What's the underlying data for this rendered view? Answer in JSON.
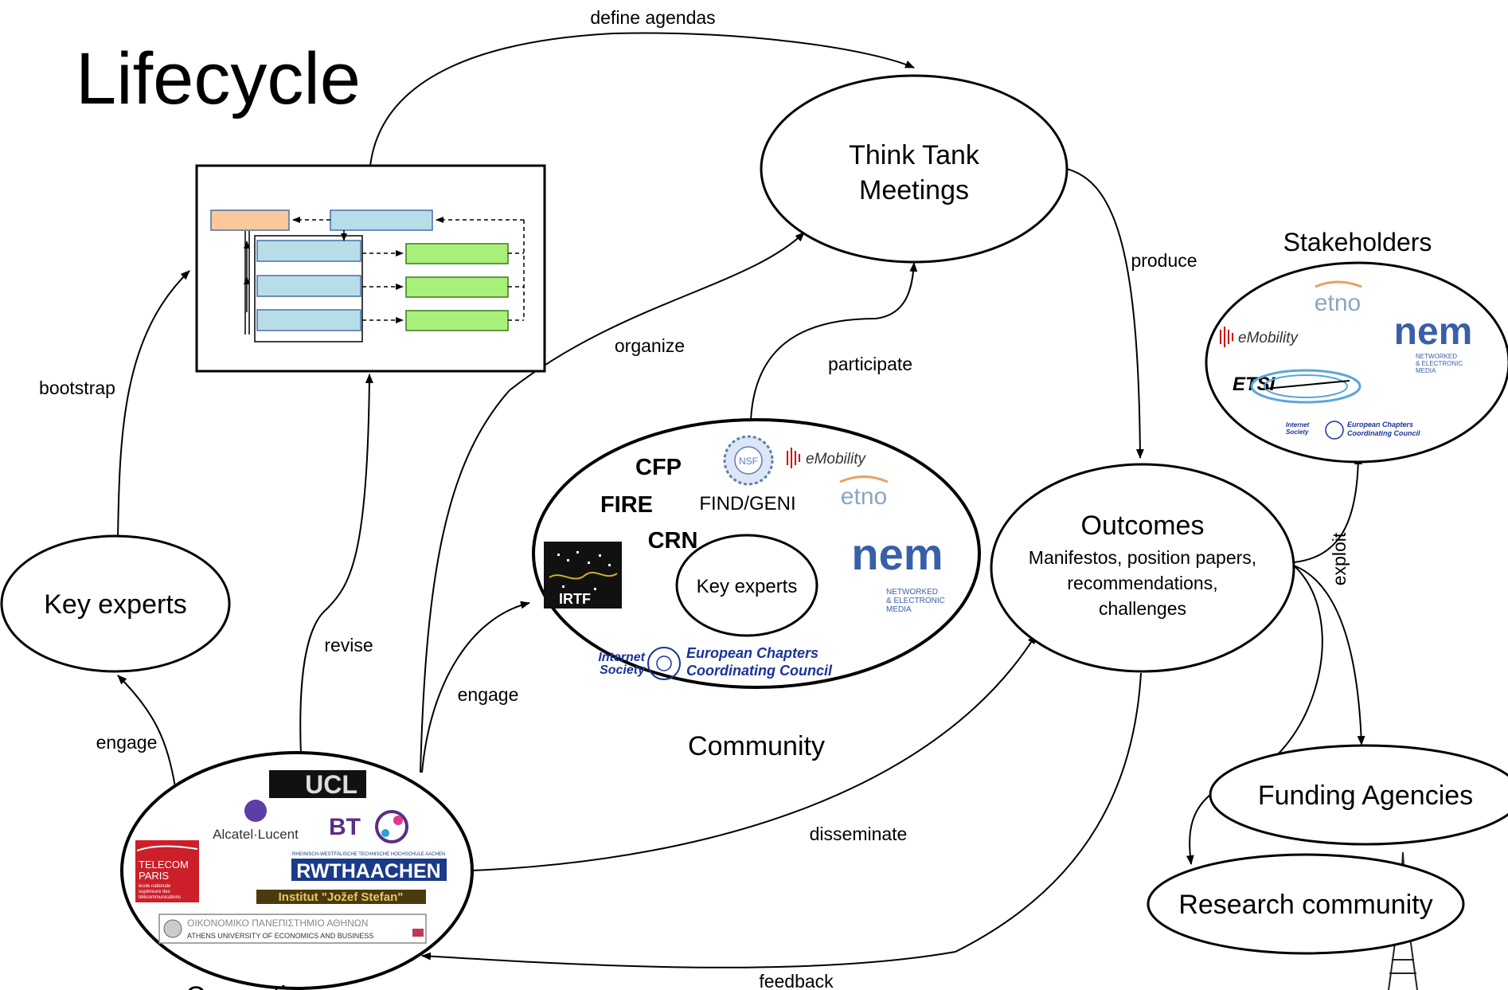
{
  "title": "Lifecycle",
  "nodes": {
    "think_tank": [
      "Think Tank",
      "Meetings"
    ],
    "key_experts_left": "Key experts",
    "key_experts_inner": "Key experts",
    "outcomes_title": "Outcomes",
    "outcomes_lines": [
      "Manifestos, position papers,",
      "recommendations,",
      "challenges"
    ],
    "funding": "Funding Agencies",
    "research": "Research community",
    "stakeholders": "Stakeholders",
    "community": "Community",
    "consortium": "Consortium"
  },
  "community_items": {
    "cfp": "CFP",
    "fire": "FIRE",
    "crn": "CRN",
    "find_geni": "FIND/GENI",
    "emobility": "eMobility",
    "etno": "etno",
    "nem": "nem",
    "nem_sub": [
      "NETWORKED",
      "& ELECTRONIC",
      "MEDIA"
    ],
    "irtf": "IRTF",
    "isoc": [
      "Internet",
      "Society"
    ],
    "eccc": [
      "European Chapters",
      "Coordinating Council"
    ],
    "nsf": "NSF"
  },
  "stakeholder_items": {
    "etno": "etno",
    "emobility": "eMobility",
    "nem": "nem",
    "nem_sub": [
      "NETWORKED",
      "& ELECTRONIC",
      "MEDIA"
    ],
    "etsi": "ETSI",
    "isoc": [
      "Internet",
      "Society"
    ],
    "eccc": [
      "European Chapters",
      "Coordinating Council"
    ]
  },
  "consortium_items": {
    "ucl": "UCL",
    "alcatel": "Alcatel·Lucent",
    "bt": "BT",
    "telecom": [
      "TELECOM",
      "PARIS"
    ],
    "telecom_sub": [
      "école nationale",
      "supérieure des",
      "télécommunications"
    ],
    "rwth_top": "RHEINISCH-WESTFÄLISCHE TECHNISCHE HOCHSCHULE AACHEN",
    "rwth": "RWTHAACHEN",
    "ijs": "Institut \"Jožef Stefan\"",
    "aueb": [
      "ΟΙΚΟΝΟΜΙΚΟ ΠΑΝΕΠΙΣΤΗΜΙΟ ΑΘΗΝΩΝ",
      "ATHENS UNIVERSITY OF ECONOMICS AND BUSINESS"
    ]
  },
  "edges": {
    "define_agendas": "define agendas",
    "produce": "produce",
    "organize": "organize",
    "participate": "participate",
    "bootstrap": "bootstrap",
    "revise": "revise",
    "engage_community": "engage",
    "engage_experts": "engage",
    "disseminate": "disseminate",
    "feedback": "feedback",
    "exploit": "exploit"
  },
  "colors": {
    "orange_box": "#f9c89b",
    "blue_box": "#b7dde8",
    "green_box": "#a8f07a",
    "isoc_blue": "#1a3399",
    "telecom_red": "#cc1f2a",
    "bt_purple": "#5b2d86",
    "ijs_brown": "#4a3a10",
    "ijs_gold": "#e8c860"
  }
}
